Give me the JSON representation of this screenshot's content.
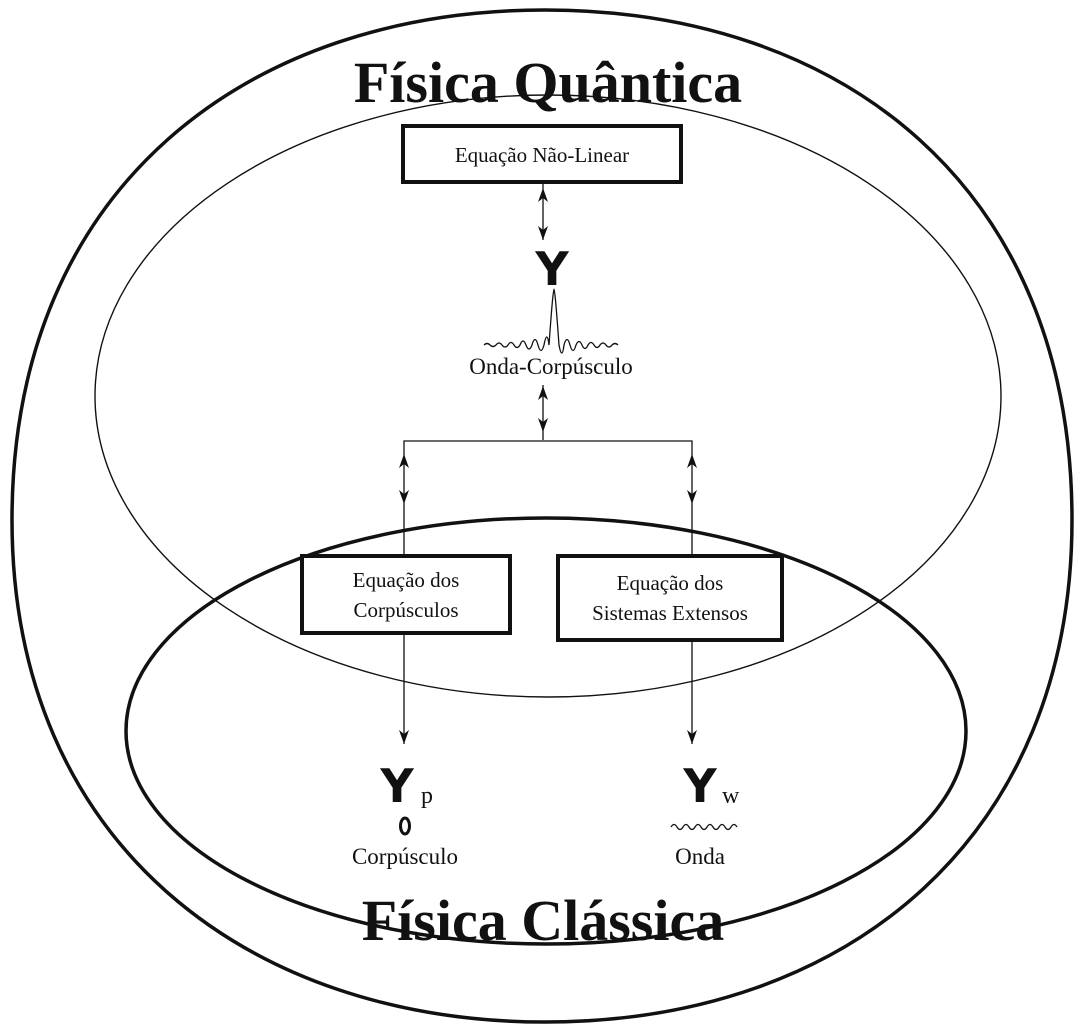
{
  "titles": {
    "quantum": "Física Quântica",
    "classical": "Física Clássica"
  },
  "boxes": {
    "nonlinear": "Equação Não-Linear",
    "particles": [
      "Equação dos",
      "Corpúsculos"
    ],
    "extended": [
      "Equação dos",
      "Sistemas Extensos"
    ]
  },
  "psi": {
    "symbol": "Y",
    "particle_sub": "p",
    "wave_sub": "w"
  },
  "labels": {
    "wave_particle": "Onda-Corpúsculo",
    "particle": "Corpúsculo",
    "wave": "Onda"
  }
}
